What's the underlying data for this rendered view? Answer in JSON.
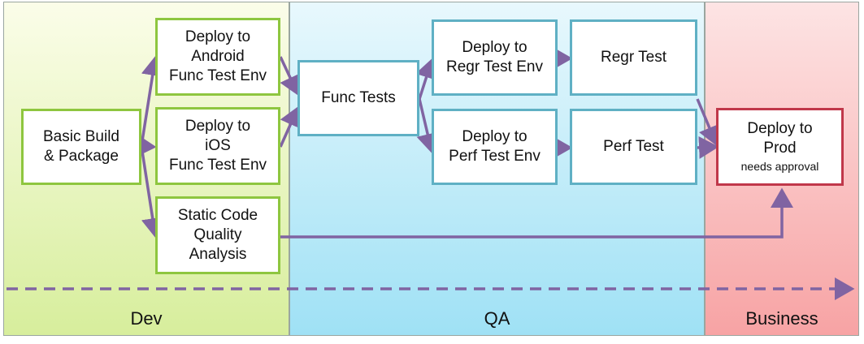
{
  "lanes": {
    "dev": "Dev",
    "qa": "QA",
    "business": "Business"
  },
  "nodes": {
    "basic_build": [
      "Basic Build",
      "& Package"
    ],
    "deploy_android": [
      "Deploy to",
      "Android",
      "Func Test Env"
    ],
    "deploy_ios": [
      "Deploy to",
      "iOS",
      "Func Test Env"
    ],
    "static_analysis": [
      "Static Code",
      "Quality",
      "Analysis"
    ],
    "func_tests": [
      "Func Tests"
    ],
    "deploy_regr": [
      "Deploy to",
      "Regr Test Env"
    ],
    "deploy_perf": [
      "Deploy to",
      "Perf Test Env"
    ],
    "regr_test": [
      "Regr Test"
    ],
    "perf_test": [
      "Perf Test"
    ],
    "deploy_prod": [
      "Deploy to",
      "Prod"
    ],
    "deploy_prod_note": "needs approval"
  },
  "colors": {
    "arrow": "#8064a2",
    "dev_border": "#8ec63f",
    "qa_border": "#5fb0c4",
    "business_border": "#c0384a"
  }
}
